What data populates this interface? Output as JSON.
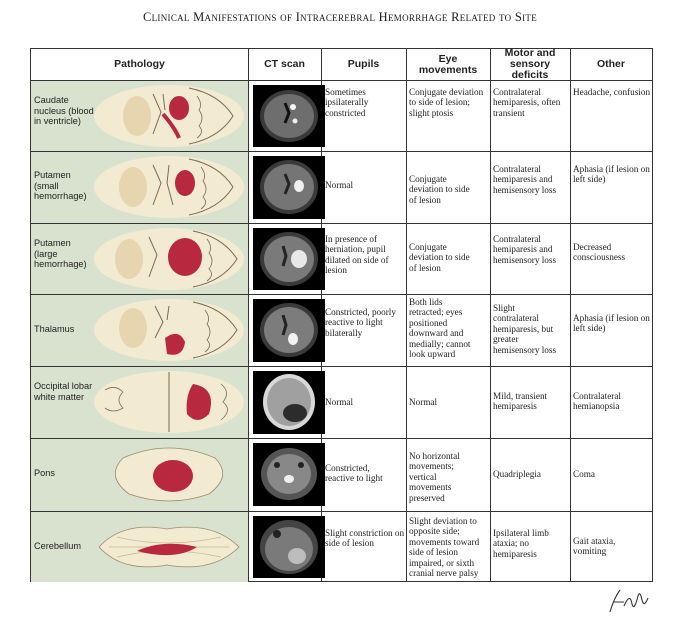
{
  "title": "Clinical Manifestations of Intracerebral Hemorrhage Related to Site",
  "headers": {
    "pathology": "Pathology",
    "ct": "CT scan",
    "pupils": "Pupils",
    "eye": "Eye movements",
    "motor": "Motor and sensory deficits",
    "other": "Other"
  },
  "rows": [
    {
      "site": "Caudate nucleus (blood in ventricle)",
      "pupils": "Sometimes ipsilaterally constricted",
      "eye": "Conjugate deviation to side of lesion; slight ptosis",
      "motor": "Contralateral hemiparesis, often transient",
      "other": "Headache, confusion"
    },
    {
      "site": "Putamen (small hemorrhage)",
      "pupils": "Normal",
      "eye": "Conjugate deviation to side of lesion",
      "motor": "Contralateral hemiparesis and hemisensory loss",
      "other": "Aphasia (if lesion on left side)"
    },
    {
      "site": "Putamen (large hemorrhage)",
      "pupils": "In presence of herniation, pupil dilated on side of lesion",
      "eye": "Conjugate deviation to side of lesion",
      "motor": "Contralateral hemiparesis and hemisensory loss",
      "other": "Decreased consciousness"
    },
    {
      "site": "Thalamus",
      "pupils": "Constricted, poorly reactive to light bilaterally",
      "eye": "Both lids retracted; eyes positioned downward and medially; cannot look upward",
      "motor": "Slight contralateral hemiparesis, but greater hemisensory loss",
      "other": "Aphasia (if lesion on left side)"
    },
    {
      "site": "Occipital lobar white matter",
      "pupils": "Normal",
      "eye": "Normal",
      "motor": "Mild, transient hemiparesis",
      "other": "Contralateral hemianopsia"
    },
    {
      "site": "Pons",
      "pupils": "Constricted, reactive to light",
      "eye": "No horizontal movements; vertical movements preserved",
      "motor": "Quadriplegia",
      "other": "Coma"
    },
    {
      "site": "Cerebellum",
      "pupils": "Slight constriction on side of lesion",
      "eye": "Slight deviation to opposite side; movements toward side of lesion impaired, or sixth cranial nerve palsy",
      "motor": "Ipsilateral limb ataxia; no hemiparesis",
      "other": "Gait ataxia, vomiting"
    }
  ],
  "signature": "F. Netter",
  "colors": {
    "hemorrhage": "#b8283f",
    "brain": "#efe3c4",
    "bg_pathology": "#d9e1cf",
    "rule": "#333333"
  }
}
